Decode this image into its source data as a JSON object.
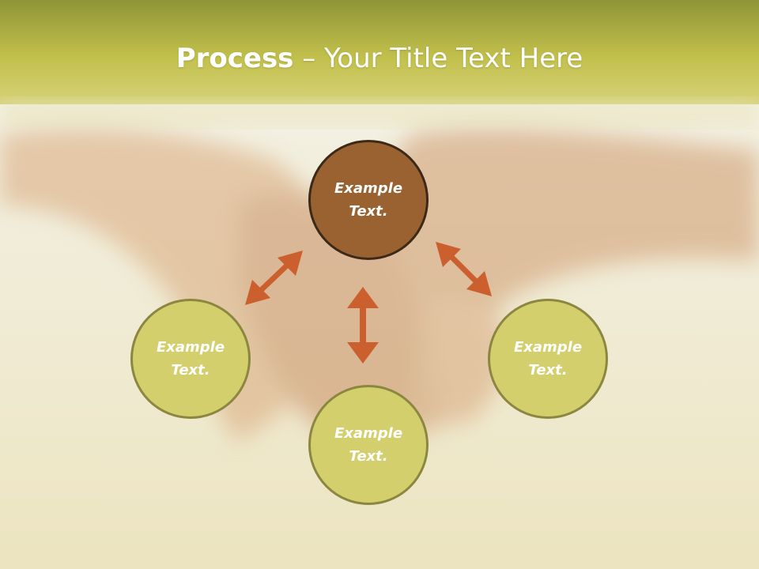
{
  "slide": {
    "title_strong": "Process",
    "title_rest": " – Your Title Text Here"
  },
  "diagram": {
    "center": {
      "label": "Example Text."
    },
    "left": {
      "label": "Example Text."
    },
    "right": {
      "label": "Example Text."
    },
    "bottom": {
      "label": "Example Text."
    }
  },
  "colors": {
    "title_band": "#c8c24f",
    "center_fill": "#9b6231",
    "outer_fill": "#d3cf6c",
    "arrow": "#cc5f2e"
  }
}
